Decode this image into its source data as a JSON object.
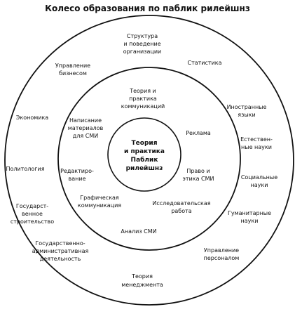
{
  "title": "Колесо образования по паблик рилейшнз",
  "center": [
    "Теория",
    "и практика",
    "Паблик",
    "рилейшнз"
  ],
  "middle_ring": {
    "theory": [
      "Теория и",
      "практика",
      "коммуникаций"
    ],
    "writing": [
      "Написание",
      "материалов",
      "для СМИ"
    ],
    "ads": [
      "Реклама"
    ],
    "editing": [
      "Редактиро-",
      "вание"
    ],
    "law": [
      "Право и",
      "этика СМИ"
    ],
    "graphics": [
      "Графическая",
      "коммуникация"
    ],
    "research": [
      "Исследовательская",
      "работа"
    ],
    "analysis": [
      "Анализ СМИ"
    ]
  },
  "outer_ring": {
    "structure": [
      "Структура",
      "и поведение",
      "организации"
    ],
    "business": [
      "Управление",
      "бизнесом"
    ],
    "statistics": [
      "Статистика"
    ],
    "economics": [
      "Экономика"
    ],
    "languages": [
      "Иностранные",
      "языки"
    ],
    "natural": [
      "Естествен-",
      "ные науки"
    ],
    "politology": [
      "Политология"
    ],
    "social": [
      "Социальные",
      "науки"
    ],
    "statebuilding": [
      "Государст-",
      "венное",
      "строительство"
    ],
    "humanities": [
      "Гуманитарные",
      "науки"
    ],
    "public_admin": [
      "Государственно-",
      "административная",
      "деятельность"
    ],
    "hr": [
      "Управление",
      "персоналом"
    ],
    "management": [
      "Теория",
      "менеджмента"
    ]
  }
}
